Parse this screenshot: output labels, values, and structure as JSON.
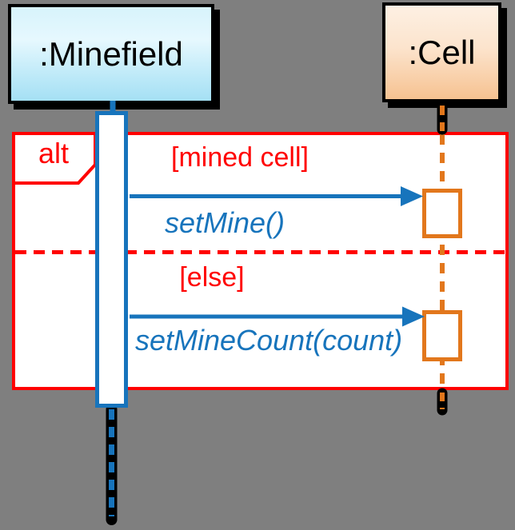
{
  "diagram": {
    "kind": "uml-sequence-diagram",
    "actors": [
      {
        "name": ":Minefield"
      },
      {
        "name": ":Cell"
      }
    ],
    "fragment": {
      "operator": "alt",
      "branches": [
        {
          "guard": "[mined cell]",
          "message": "setMine()"
        },
        {
          "guard": "[else]",
          "message": "setMineCount(count)"
        }
      ]
    }
  },
  "colors": {
    "canvas-gray": "#7f7f7f",
    "frame-red": "#ff0000",
    "message-blue": "#1774bc",
    "lifeline-orange": "#e2771c",
    "shadow-black": "#000000",
    "minefield-fill-bottom": "#a5e0f4",
    "cell-fill-bottom": "#f6c291"
  }
}
